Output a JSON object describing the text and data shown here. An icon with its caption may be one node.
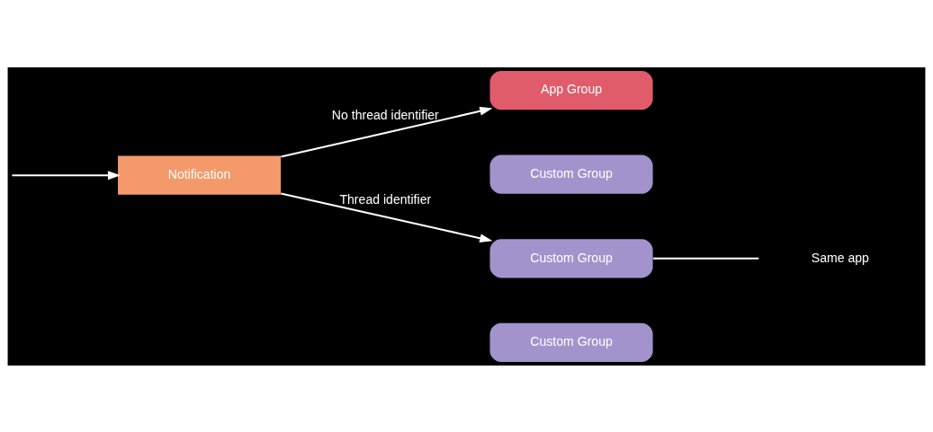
{
  "diagram": {
    "nodes": [
      {
        "text": [
          "Notification"
        ]
      },
      {
        "text": [
          "App Group"
        ]
      },
      {
        "text": [
          "Custom Group"
        ]
      },
      {
        "text": [
          "Custom Group"
        ]
      },
      {
        "text": [
          "Custom Group"
        ]
      }
    ],
    "edges": [
      {
        "from": null,
        "to": 0,
        "arrow": "to"
      },
      {
        "from": 0,
        "to": 1,
        "arrow": "to",
        "label": "No thread identifier"
      },
      {
        "from": 0,
        "to": 3,
        "arrow": "to",
        "label": "Thread identifier"
      }
    ],
    "labels": [
      "Same app"
    ]
  }
}
